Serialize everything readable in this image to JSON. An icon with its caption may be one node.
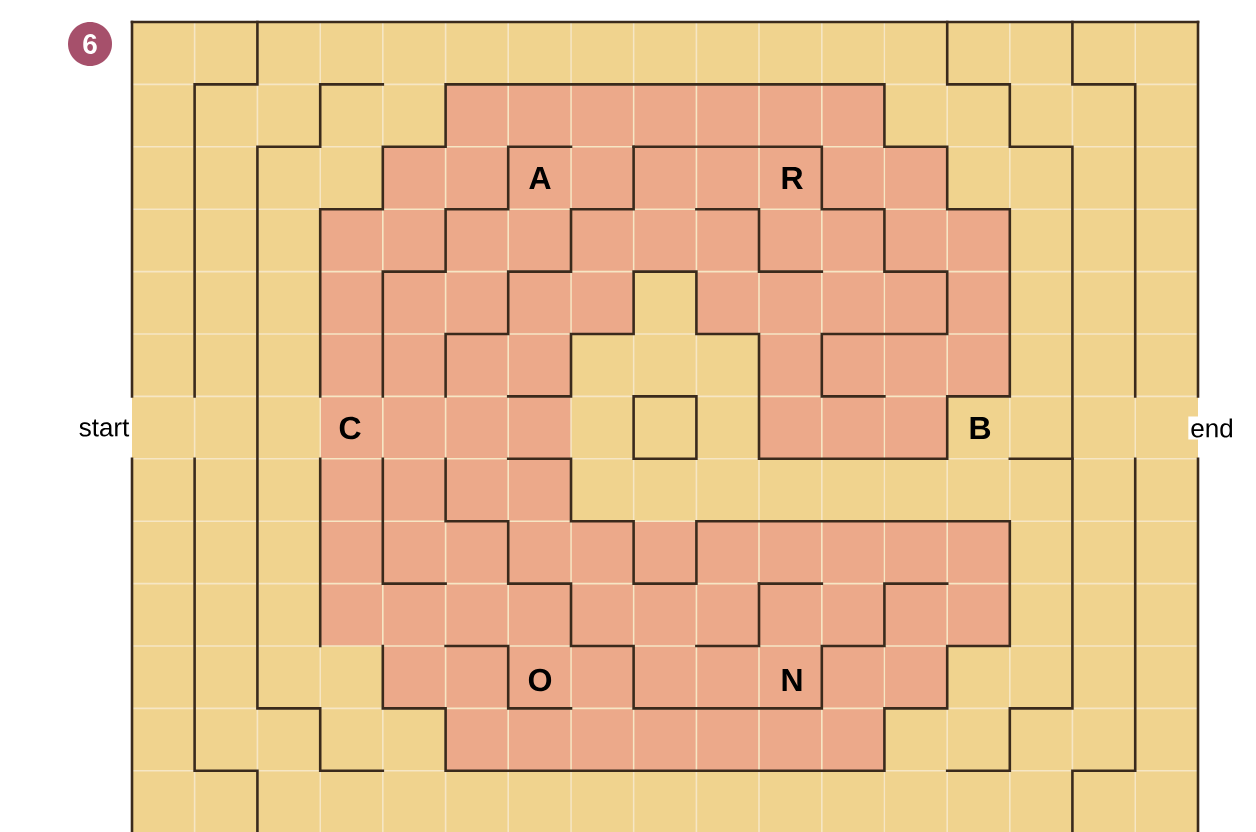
{
  "diagram": {
    "labels": [
      "6",
      "A",
      "R",
      "start",
      "C",
      "B",
      "end",
      "O",
      "N"
    ]
  }
}
